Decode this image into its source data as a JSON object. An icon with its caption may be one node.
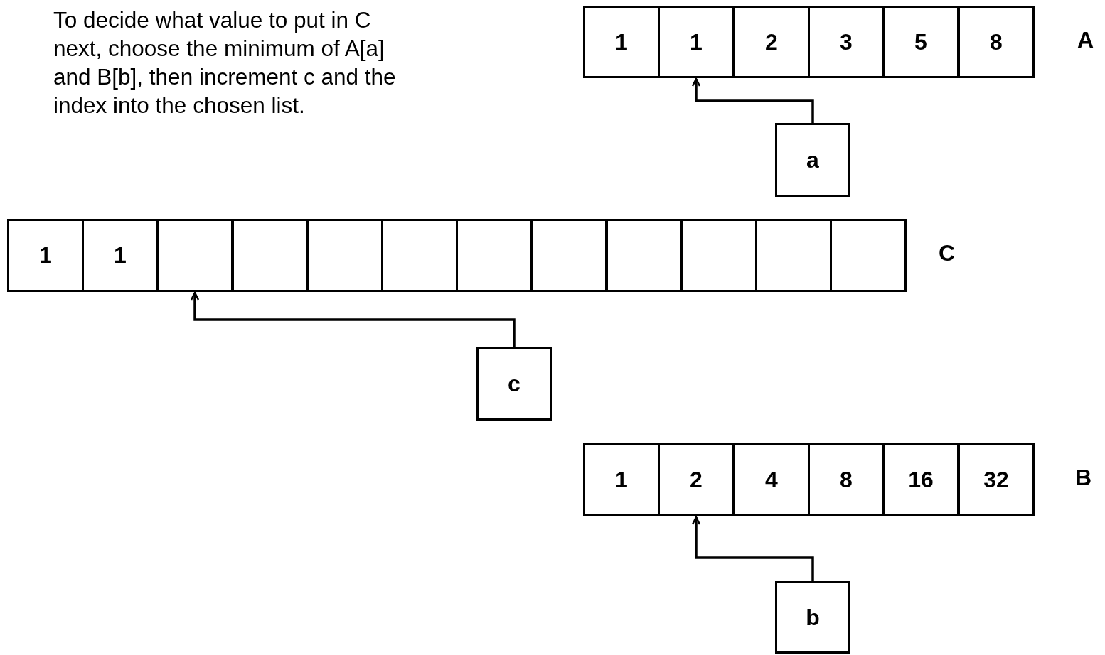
{
  "diagram": {
    "nodes": [
      {
        "text": [
          "A"
        ]
      },
      {
        "text": [
          "1"
        ],
        "in": 0
      },
      {
        "text": [
          "1"
        ],
        "in": 0
      },
      {
        "text": [
          "2"
        ],
        "in": 0
      },
      {
        "text": [
          "3"
        ],
        "in": 0
      },
      {
        "text": [
          "5"
        ],
        "in": 0
      },
      {
        "text": [
          "8"
        ],
        "in": 0
      },
      {
        "text": [
          "a"
        ]
      },
      {
        "text": [
          "C"
        ]
      },
      {
        "text": [
          "1"
        ],
        "in": 8
      },
      {
        "text": [
          "1"
        ],
        "in": 8
      },
      {
        "text": [],
        "shape": "box",
        "in": 8
      },
      {
        "text": [],
        "shape": "box",
        "in": 8
      },
      {
        "text": [],
        "shape": "box",
        "in": 8
      },
      {
        "text": [],
        "shape": "box",
        "in": 8
      },
      {
        "text": [],
        "shape": "box",
        "in": 8
      },
      {
        "text": [],
        "shape": "box",
        "in": 8
      },
      {
        "text": [],
        "shape": "box",
        "in": 8
      },
      {
        "text": [],
        "shape": "box",
        "in": 8
      },
      {
        "text": [],
        "shape": "box",
        "in": 8
      },
      {
        "text": [],
        "shape": "box",
        "in": 8
      },
      {
        "text": [
          "c"
        ]
      },
      {
        "text": [
          "B"
        ]
      },
      {
        "text": [
          "1"
        ],
        "in": 22
      },
      {
        "text": [
          "2"
        ],
        "in": 22
      },
      {
        "text": [
          "4"
        ],
        "in": 22
      },
      {
        "text": [
          "8"
        ],
        "in": 22
      },
      {
        "text": [
          "16"
        ],
        "in": 22
      },
      {
        "text": [
          "32"
        ],
        "in": 22
      },
      {
        "text": [
          "b"
        ]
      }
    ],
    "edges": [
      {
        "from": 7,
        "to": 2,
        "arrow": "to"
      },
      {
        "from": 21,
        "to": 11,
        "arrow": "to"
      },
      {
        "from": 29,
        "to": 24,
        "arrow": "to"
      }
    ],
    "labels": [
      "To decide what value to put in C next, choose the minimum of A[a] and B[b], then increment c and the index into the chosen list."
    ]
  }
}
